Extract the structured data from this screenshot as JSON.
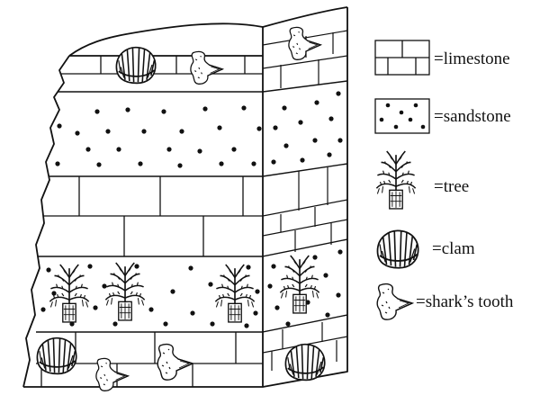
{
  "figure": {
    "legend": [
      {
        "key": "limestone",
        "label": "=limestone",
        "icon": "limestone-pattern-icon"
      },
      {
        "key": "sandstone",
        "label": "=sandstone",
        "icon": "sandstone-pattern-icon"
      },
      {
        "key": "tree",
        "label": "=tree",
        "icon": "tree-fossil-icon"
      },
      {
        "key": "clam",
        "label": "=clam",
        "icon": "clam-fossil-icon"
      },
      {
        "key": "shark_tooth",
        "label": "=shark’s tooth",
        "icon": "shark-tooth-fossil-icon"
      }
    ],
    "strata_bottom_to_top": [
      {
        "rock": "limestone",
        "fossils": [
          "clam",
          "shark_tooth",
          "shark_tooth",
          "clam"
        ]
      },
      {
        "rock": "sandstone",
        "fossils": [
          "tree",
          "tree",
          "tree",
          "tree"
        ]
      },
      {
        "rock": "limestone",
        "fossils": []
      },
      {
        "rock": "sandstone",
        "fossils": []
      },
      {
        "rock": "limestone",
        "fossils": [
          "clam",
          "shark_tooth",
          "shark_tooth"
        ]
      }
    ],
    "colors": {
      "ink": "#111111",
      "paper": "#ffffff"
    }
  }
}
